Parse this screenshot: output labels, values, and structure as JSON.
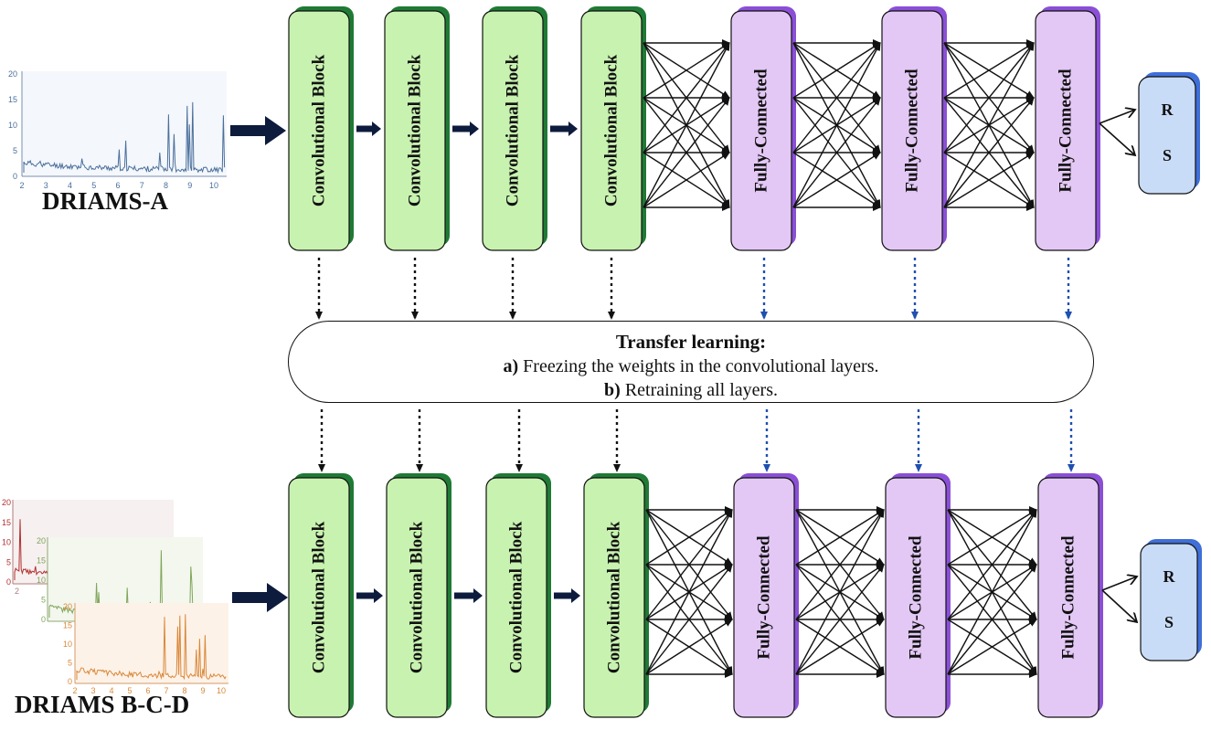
{
  "datasets": {
    "top_label": "DRIAMS-A",
    "bottom_label": "DRIAMS B-C-D"
  },
  "blocks": {
    "conv_label": "Convolutional Block",
    "fc_label": "Fully-Connected"
  },
  "outputs": {
    "r": "R",
    "s": "S"
  },
  "transfer": {
    "title": "Transfer learning:",
    "a_marker": "a)",
    "a_text": " Freezing the weights in the convolutional layers.",
    "b_marker": "b)",
    "b_text": " Retraining all layers."
  },
  "spectrum_axes": {
    "top_y_ticks": [
      "0",
      "5",
      "10",
      "15",
      "20"
    ],
    "top_x_ticks": [
      "2",
      "3",
      "4",
      "5",
      "6",
      "7",
      "8",
      "9",
      "10"
    ],
    "back_y_ticks": [
      "0",
      "5",
      "10",
      "15",
      "20"
    ],
    "mid_y_ticks": [
      "0",
      "5",
      "10",
      "15",
      "20"
    ],
    "front_y_ticks": [
      "0",
      "5",
      "10",
      "15",
      "20"
    ],
    "front_x_ticks": [
      "2",
      "3",
      "4",
      "5",
      "6",
      "7",
      "8",
      "9",
      "10"
    ],
    "edge_x_tick": "2"
  },
  "colors": {
    "conv_fill": "#c8f2b0",
    "conv_shadow": "#1f7a35",
    "fc_fill": "#e3c8f5",
    "fc_shadow": "#8a4fd6",
    "out_fill": "#c9dcf7",
    "out_shadow": "#3f6fd8",
    "navy_arrow": "#0d1b3d",
    "blue_dotted": "#1f4fb0",
    "top_spectrum": "#4a6f9c",
    "red_spectrum": "#b03030",
    "green_spectrum": "#7fa65a",
    "orange_spectrum": "#d9883a"
  }
}
